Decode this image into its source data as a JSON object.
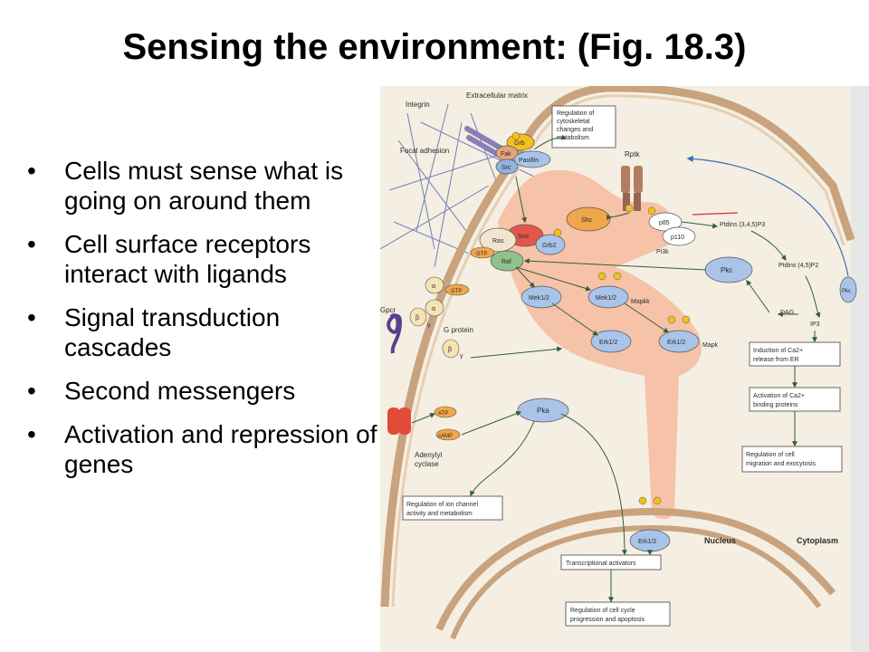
{
  "slide": {
    "title": "Sensing the environment:  (Fig. 18.3)",
    "bullets": [
      "Cells must sense what is going on around them",
      "Cell surface receptors interact with ligands",
      "Signal transduction cascades",
      "Second messengers",
      "Activation and repression of genes"
    ]
  },
  "figure": {
    "labels": {
      "integrin": "Integrin",
      "extracellular_matrix": "Extracellular matrix",
      "focal_adhesion": "Focal adhesion",
      "rptk": "Rptk",
      "gpcr": "Gpcr",
      "g_protein": "G protein",
      "adenylyl": "Adenylyl",
      "cyclase": "cyclase",
      "nucleus": "Nucleus",
      "cytoplasm": "Cytoplasm"
    },
    "nodes": {
      "grb": "Grb",
      "fak": "Fak",
      "src": "Src",
      "paxillin": "Paxillin",
      "shc": "Shc",
      "sos": "Sos",
      "grb2": "Grb2",
      "ras": "Ras",
      "gtp": "GTP",
      "raf": "Raf",
      "p85": "p85",
      "p110": "p110",
      "pi3k": "Pi3k",
      "ptdins_345": "Ptdins (3,4,5)P3",
      "ptdins_45": "Ptdins (4,5)P2",
      "pkc": "Pkc",
      "dag": "DAG",
      "ip3": "IP3",
      "mek_1": "Mek1/2",
      "mek_2": "Mek1/2",
      "mapkk": "Mapkk",
      "erk_1": "Erk1/2",
      "erk_2": "Erk1/2",
      "mapk": "Mapk",
      "erk_nuc": "Erk1/2",
      "pka": "Pka",
      "atp": "ATP",
      "camp": "cAMP",
      "alpha": "α",
      "beta": "β",
      "gamma": "γ",
      "p": "P"
    },
    "boxes": {
      "cytoskeletal": [
        "Regulation of",
        "cytoskeletal",
        "changes and",
        "metabolism"
      ],
      "calcium_release": [
        "Induction of Ca2+",
        "release from ER"
      ],
      "calcium_binding": [
        "Activation of Ca2+",
        "binding proteins"
      ],
      "migration": [
        "Regulation of cell",
        "migration and exocytosis"
      ],
      "ion_channel": [
        "Regulation of ion channel",
        "activity and metabolism"
      ],
      "transcriptional": [
        "Transcriptional activators"
      ],
      "cell_cycle": [
        "Regulation of cell cycle",
        "progression and apoptosis"
      ]
    }
  },
  "colors": {
    "pathway_fill": "#f6c2a8",
    "membrane": "#c9a27e",
    "kinase_blue": "#a9c4e8",
    "sos_red": "#e4564b",
    "shc_orange": "#f0a64a",
    "raf_green": "#8fc28a",
    "phospho_yellow": "#f3c11e",
    "paper": "#f4efe2",
    "receptor_brown": "#b47d62",
    "gpcr_purple": "#5b3f8f"
  }
}
